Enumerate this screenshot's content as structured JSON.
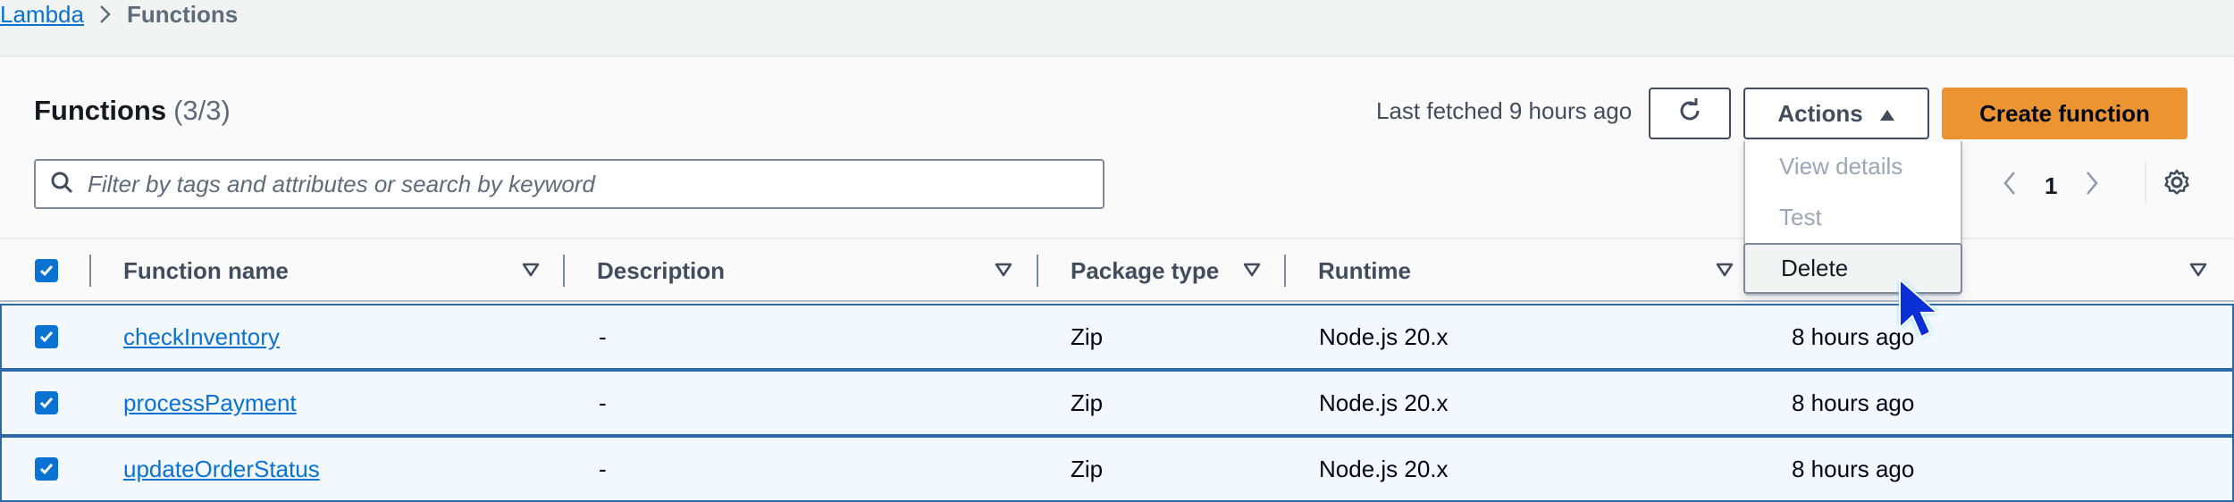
{
  "breadcrumb": {
    "root": "Lambda",
    "current": "Functions"
  },
  "header": {
    "title": "Functions",
    "count": "(3/3)",
    "last_fetched": "Last fetched 9 hours ago"
  },
  "toolbar": {
    "refresh_icon": "refresh-icon",
    "actions_label": "Actions",
    "create_label": "Create function"
  },
  "search": {
    "placeholder": "Filter by tags and attributes or search by keyword",
    "value": ""
  },
  "pagination": {
    "current_page": "1"
  },
  "actions_menu": {
    "items": [
      {
        "label": "View details",
        "disabled": true
      },
      {
        "label": "Test",
        "disabled": true
      },
      {
        "label": "Delete",
        "disabled": false
      }
    ]
  },
  "table": {
    "columns": [
      "Function name",
      "Description",
      "Package type",
      "Runtime",
      ""
    ],
    "rows": [
      {
        "name": "checkInventory",
        "description": "-",
        "package_type": "Zip",
        "runtime": "Node.js 20.x",
        "last_modified": "8 hours ago",
        "selected": true
      },
      {
        "name": "processPayment",
        "description": "-",
        "package_type": "Zip",
        "runtime": "Node.js 20.x",
        "last_modified": "8 hours ago",
        "selected": true
      },
      {
        "name": "updateOrderStatus",
        "description": "-",
        "package_type": "Zip",
        "runtime": "Node.js 20.x",
        "last_modified": "8 hours ago",
        "selected": true
      }
    ]
  },
  "colors": {
    "link": "#0972d3",
    "primary_button": "#ec9431",
    "selected_row_bg": "#f2f8fd",
    "selected_row_border": "#2f6aa8"
  }
}
